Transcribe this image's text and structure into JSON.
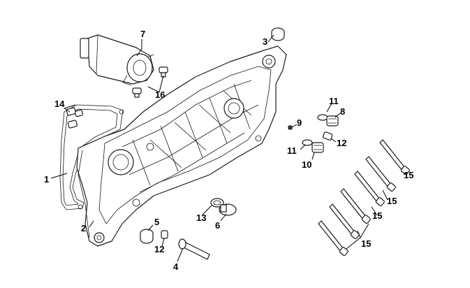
{
  "callouts": [
    {
      "id": "c7",
      "text": "7"
    },
    {
      "id": "c3",
      "text": "3"
    },
    {
      "id": "c16",
      "text": "16"
    },
    {
      "id": "c14",
      "text": "14"
    },
    {
      "id": "c11a",
      "text": "11"
    },
    {
      "id": "c8",
      "text": "8"
    },
    {
      "id": "c9",
      "text": "9"
    },
    {
      "id": "c11b",
      "text": "11"
    },
    {
      "id": "c12a",
      "text": "12"
    },
    {
      "id": "c10",
      "text": "10"
    },
    {
      "id": "c1",
      "text": "1"
    },
    {
      "id": "c15a",
      "text": "15"
    },
    {
      "id": "c15b",
      "text": "15"
    },
    {
      "id": "c15c",
      "text": "15"
    },
    {
      "id": "c15d",
      "text": "15"
    },
    {
      "id": "c13",
      "text": "13"
    },
    {
      "id": "c6",
      "text": "6"
    },
    {
      "id": "c2",
      "text": "2"
    },
    {
      "id": "c5",
      "text": "5"
    },
    {
      "id": "c12b",
      "text": "12"
    },
    {
      "id": "c4",
      "text": "4"
    }
  ],
  "colors": {
    "line": "#1a1a1a",
    "background": "#ffffff"
  }
}
